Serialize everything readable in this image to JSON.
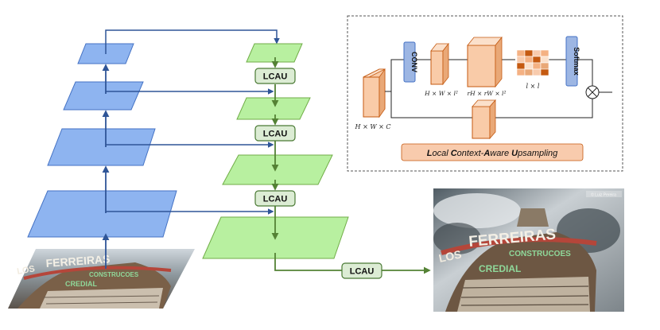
{
  "modules": {
    "lcau": "LCAU"
  },
  "inset": {
    "conv_label": "CONV",
    "softmax_label": "Softmax",
    "dim_input": "H × W × C",
    "dim_conv": "H × W × l²",
    "dim_reshape": "rH × rW × l²",
    "dim_kernel": "l × l",
    "caption": {
      "part1_bold": "L",
      "part1": "ocal ",
      "part2_bold": "C",
      "part2": "ontext-",
      "part3_bold": "A",
      "part3": "ware ",
      "part4_bold": "U",
      "part4": "psampling"
    },
    "multiply_symbol": "⊗"
  },
  "photos": {
    "sign_main": "FERREIRAS",
    "sign_left": "LOS",
    "sign_sub": "CONSTRUCOES",
    "sign_lower": "CREDIAL",
    "watermark": "© Luiz Pereira"
  },
  "colors": {
    "encoder_fill": "#8eb4f0",
    "encoder_stroke": "#4472c4",
    "decoder_fill": "#b8f0a0",
    "decoder_stroke": "#70ad47",
    "arrow_blue": "#2f5597",
    "arrow_green": "#548235",
    "lcau_fill": "#dcecd4",
    "lcau_stroke": "#4a7a34",
    "feature_fill": "#f9cba8",
    "feature_stroke": "#c55a11",
    "conv_fill": "#9db6e3",
    "caption_fill": "#f8cbad"
  }
}
